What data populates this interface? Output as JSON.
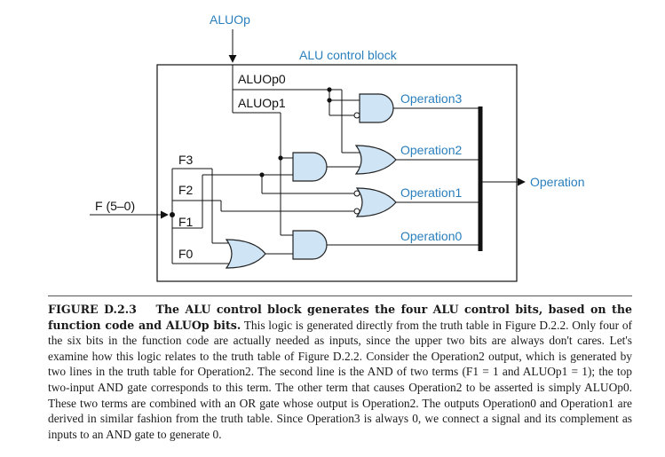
{
  "diagram": {
    "aluop_label": "ALUOp",
    "block_title": "ALU control block",
    "aluop0_label": "ALUOp0",
    "aluop1_label": "ALUOp1",
    "f_input_label": "F (5–0)",
    "f3_label": "F3",
    "f2_label": "F2",
    "f1_label": "F1",
    "f0_label": "F0",
    "operation3_label": "Operation3",
    "operation2_label": "Operation2",
    "operation1_label": "Operation1",
    "operation0_label": "Operation0",
    "operation_output_label": "Operation",
    "colors": {
      "label_blue": "#2a7fbd",
      "gate_fill": "#cfe4f5"
    }
  },
  "caption": {
    "figure_number": "FIGURE D.2.3",
    "figure_title": "The ALU control block generates the four ALU control bits, based on the function code and ALUOp bits.",
    "body": "This logic is generated directly from the truth table in Figure D.2.2. Only four of the six bits in the function code are actually needed as inputs, since the upper two bits are always don't cares. Let's examine how this logic relates to the truth table of Figure D.2.2. Consider the Operation2 output, which is generated by two lines in the truth table for Operation2. The second line is the AND of two terms (F1 = 1 and ALUOp1 = 1); the top two-input AND gate corresponds to this term. The other term that causes Operation2 to be asserted is simply ALUOp0. These two terms are combined with an OR gate whose output is Operation2. The outputs Operation0 and Operation1 are derived in similar fashion from the truth table. Since Operation3 is always 0, we connect a signal and its complement as inputs to an AND gate to generate 0."
  }
}
